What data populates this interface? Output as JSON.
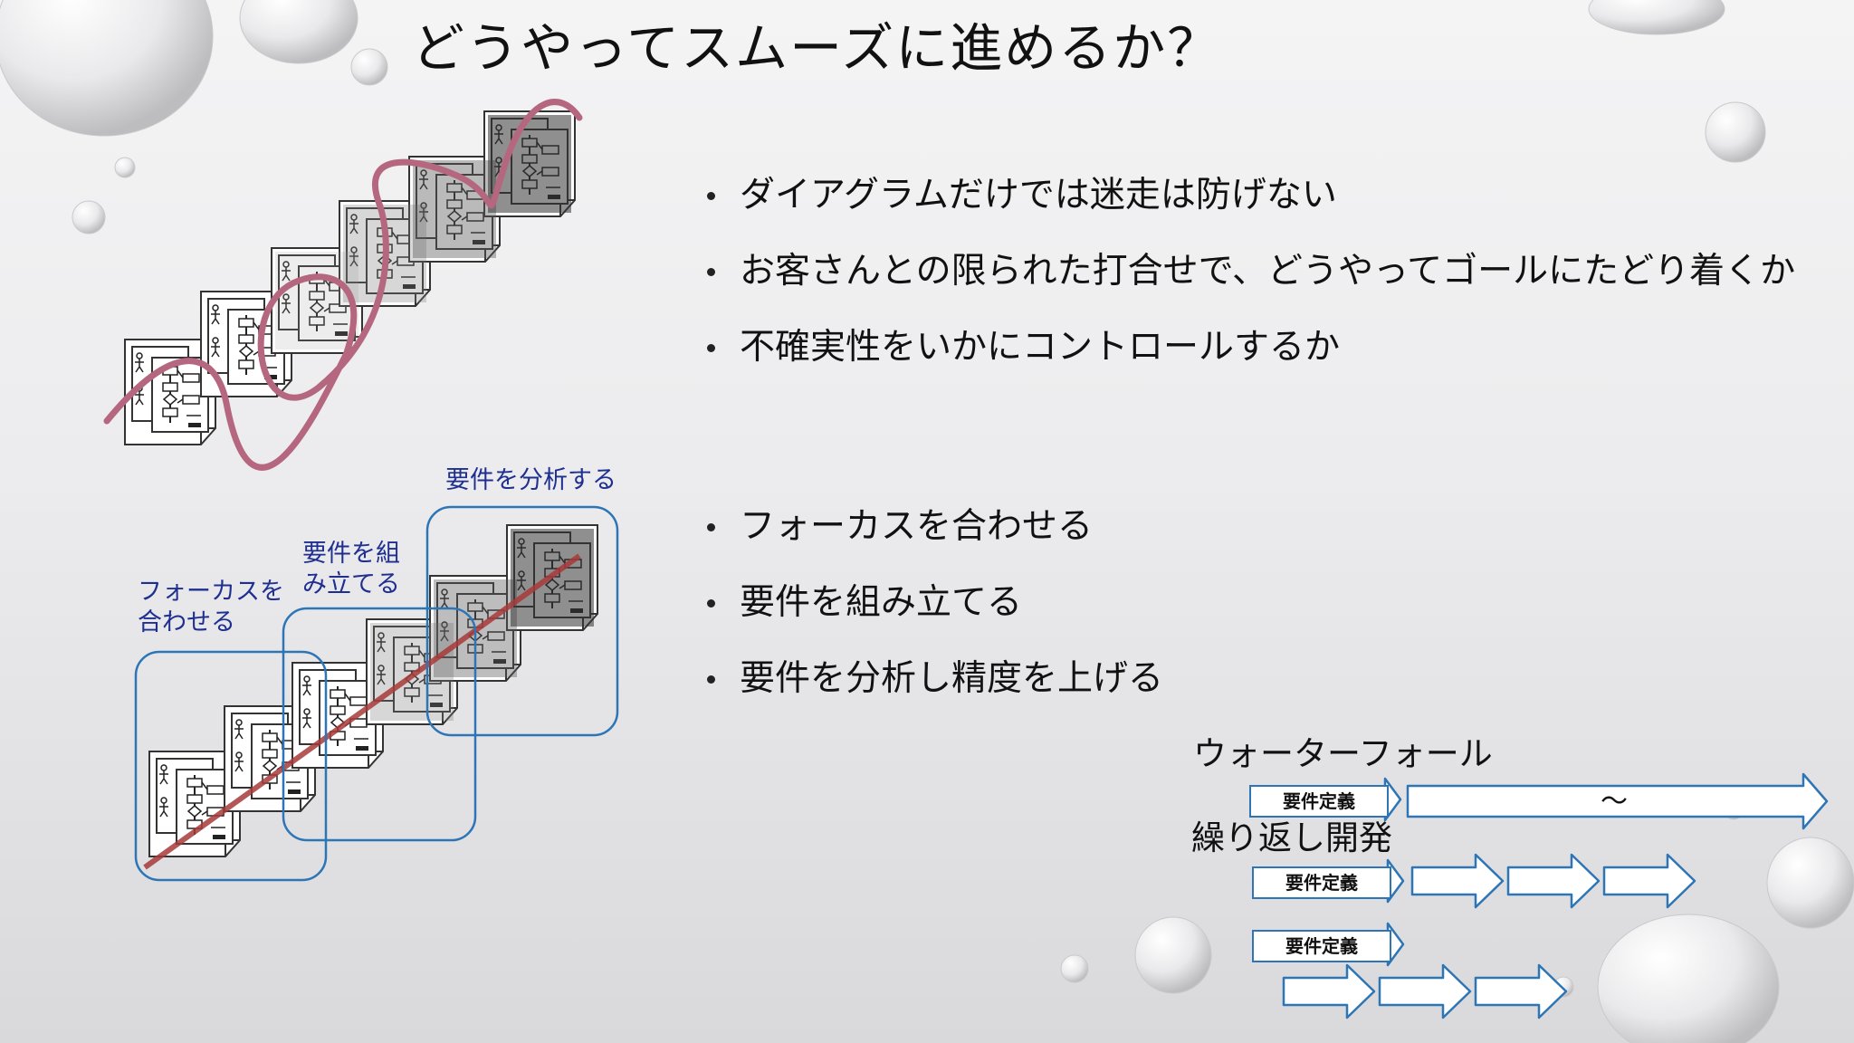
{
  "slide": {
    "title": "どうやってスムーズに進めるか？",
    "bullets_top": [
      "ダイアグラムだけでは迷走は防げない",
      "お客さんとの限られた打合せで、どうやってゴールにたどり着くか",
      "不確実性をいかにコントロールするか"
    ],
    "bullets_bottom": [
      "フォーカスを合わせる",
      "要件を組み立てる",
      "要件を分析し精度を上げる"
    ],
    "labels": {
      "analyze": "要件を分析する",
      "assemble": [
        "要件を組",
        "み立てる"
      ],
      "focus": [
        "フォーカスを",
        "合わせる"
      ]
    },
    "process": {
      "waterfall_title": "ウォーターフォール",
      "iterative_title": "繰り返し開発",
      "requirements_label": "要件定義",
      "ellipsis": "～"
    }
  },
  "colors": {
    "squiggle": "#b5677f",
    "diagonal": "#a83a3a",
    "frame": "#2e75b6",
    "label_text": "#1f2f8f"
  },
  "icons": [
    "diagram-document-icon",
    "arrow-right-icon",
    "water-droplet-decoration"
  ]
}
